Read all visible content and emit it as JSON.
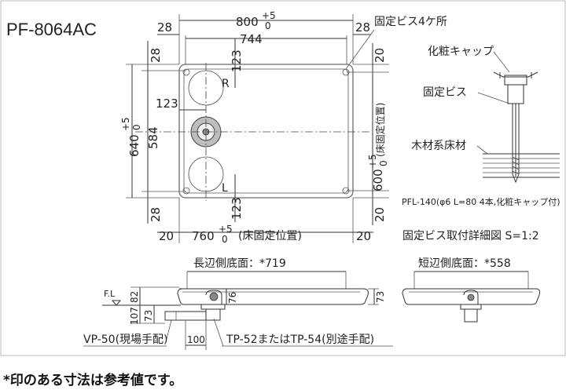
{
  "title": "PF-8064AC",
  "plan": {
    "width_overall": "800",
    "width_tol_plus": "+5",
    "width_tol_zero": "0",
    "width_inner": "744",
    "left_margin": "28",
    "right_margin": "28",
    "fixing_screws_label": "固定ビス4ケ所",
    "top_offset_left": "28",
    "top_offset_right": "20",
    "bottom_offset_left": "28",
    "bottom_offset_right": "20",
    "dim_123_top": "123",
    "dim_123_left": "123",
    "dim_123_bottom": "123",
    "mark_r": "R",
    "mark_l": "L",
    "height_overall": "640",
    "height_tol_plus": "+5",
    "height_tol_zero": "0",
    "height_inner": "584",
    "floor_fix_vertical": "600",
    "floor_fix_vertical_tol_plus": "+5",
    "floor_fix_vertical_tol_zero": "0",
    "floor_fix_vertical_suffix": "(床固定位置)",
    "floor_fix_horizontal": "760",
    "floor_fix_horizontal_tol_plus": "+5",
    "floor_fix_horizontal_tol_zero": "0",
    "floor_fix_horizontal_suffix": "(床固定位置)",
    "bottom_left_20": "20",
    "bottom_right_20": "20"
  },
  "detail": {
    "cap_label": "化粧キャップ",
    "screw_label": "固定ビス",
    "floor_label": "木材系床材",
    "part_spec": "PFL-140(φ6 L=80 4本,化粧キャップ付)",
    "caption": "固定ビス取付詳細図 S=1:2"
  },
  "long_section": {
    "title": "長辺側底面：*719",
    "fl_label": "F.L",
    "dim_82": "82",
    "dim_107": "107",
    "dim_73_left": "73",
    "dim_76": "76",
    "dim_73_right": "73",
    "dim_100": "100",
    "vp50_label": "VP-50(現場手配)",
    "tp_label": "TP-52またはTP-54(別途手配)"
  },
  "short_section": {
    "title": "短辺側底面：*558"
  },
  "footnote": "*印のある寸法は参考値です。"
}
